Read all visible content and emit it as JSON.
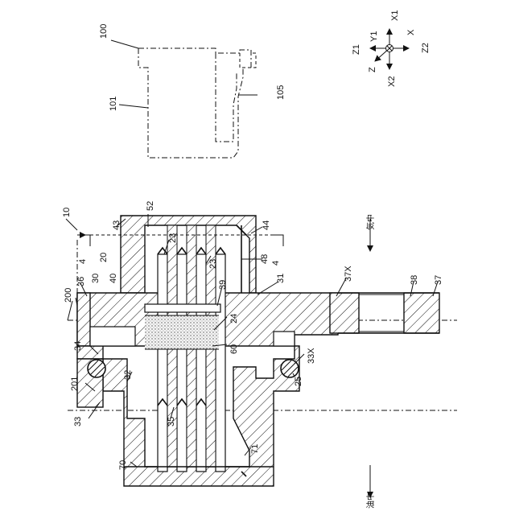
{
  "figure": {
    "upper_part": {
      "ref_100": "100",
      "ref_101": "101",
      "ref_105": "105"
    },
    "axes": {
      "x": "X",
      "x1": "X1",
      "x2": "X2",
      "y1": "Y1",
      "z": "Z",
      "z1": "Z1",
      "z2": "Z2"
    },
    "refs": {
      "r10": "10",
      "r4a": "4",
      "r4b": "4",
      "r43": "43",
      "r52": "52",
      "r44": "44",
      "r23a": "23",
      "r23b": "23",
      "r30": "30",
      "r20": "20",
      "r40": "40",
      "r48": "48",
      "r36": "36",
      "r200": "200",
      "r39": "39",
      "r31": "31",
      "r37x": "37X",
      "r38": "38",
      "r37": "37",
      "r24": "24",
      "r60": "60",
      "r34": "34",
      "r33x": "33X",
      "r32": "32",
      "r25": "25",
      "r201": "201",
      "r33": "33",
      "r35": "35",
      "r70": "70",
      "r71": "71"
    },
    "side_labels": {
      "gas_side": "気中",
      "oil_side": "油中"
    }
  }
}
